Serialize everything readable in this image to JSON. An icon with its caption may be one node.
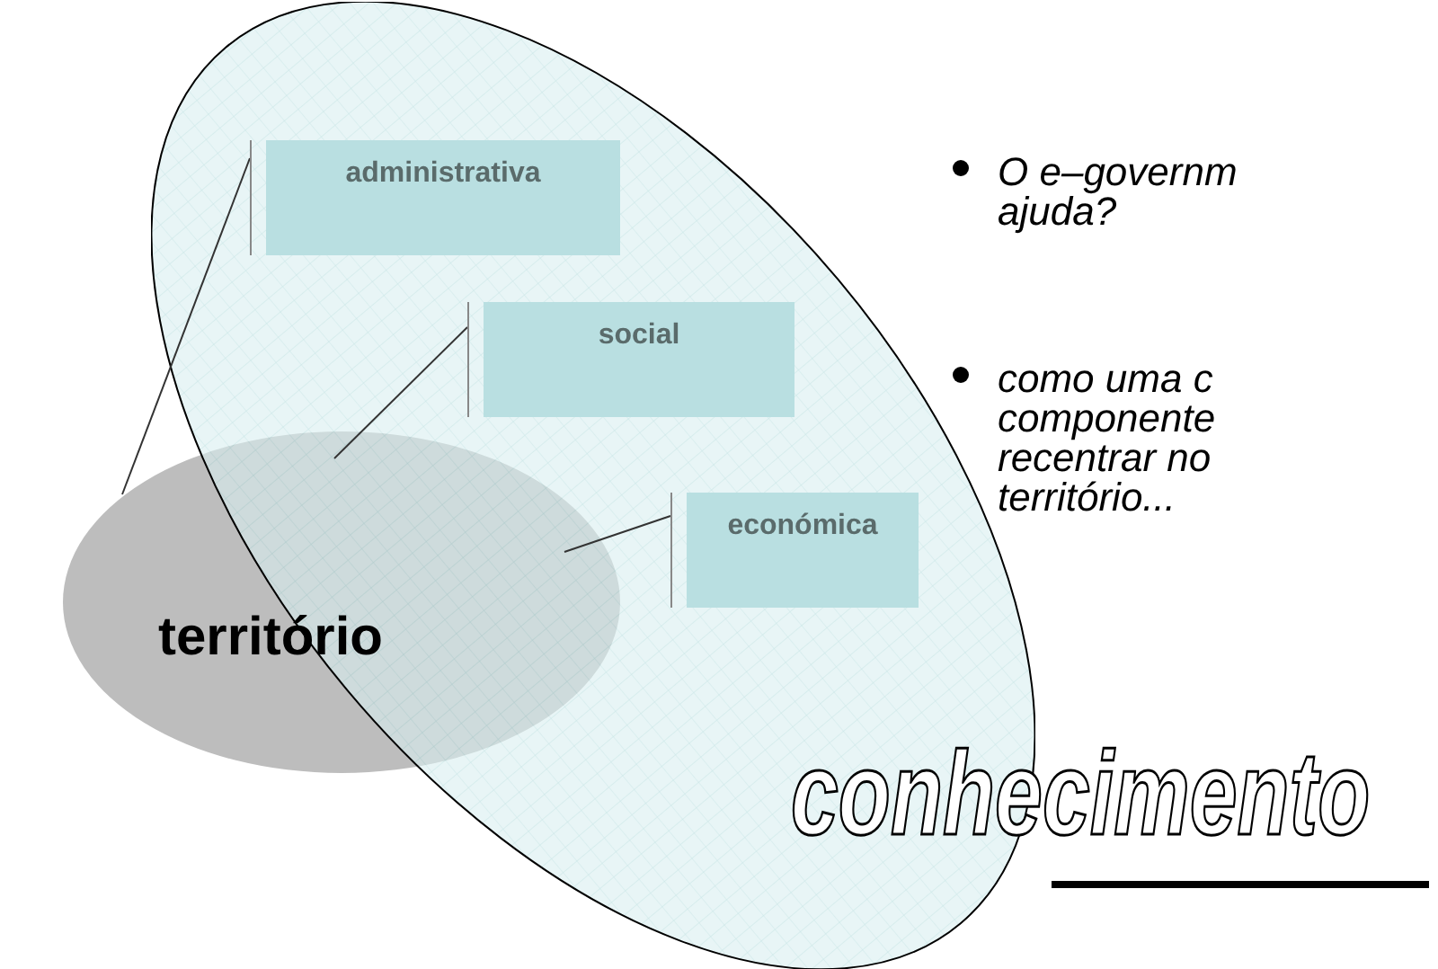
{
  "diagram": {
    "nodes": [
      {
        "text": [],
        "shape": "ellipse"
      },
      {
        "text": [
          "administrativa"
        ],
        "in": 0
      },
      {
        "text": [
          "social"
        ],
        "in": 0
      },
      {
        "text": [
          "económica"
        ],
        "in": 0
      },
      {
        "text": [
          "território"
        ]
      }
    ],
    "edges": [
      {
        "from": 4,
        "to": 1,
        "arrow": "none"
      },
      {
        "from": 4,
        "to": 2,
        "arrow": "none"
      },
      {
        "from": 4,
        "to": 3,
        "arrow": "none"
      }
    ],
    "labels": [
      "O e–governm ajuda?",
      "como uma c componente recentrar no território...",
      "conhecimento"
    ]
  }
}
